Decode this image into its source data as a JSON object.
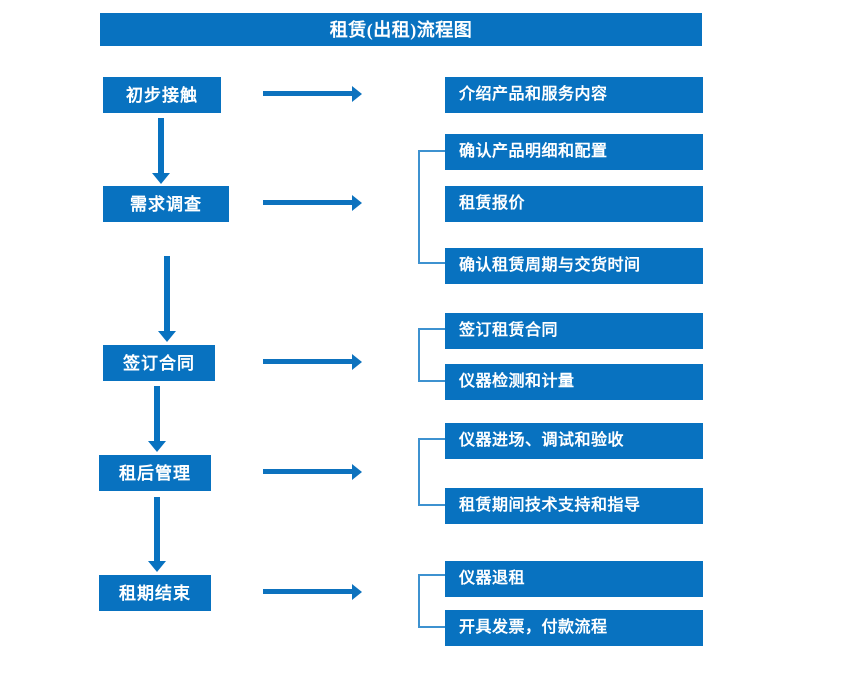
{
  "chart_data": {
    "type": "diagram",
    "diagram_kind": "flowchart",
    "title": "租赁(出租)流程图",
    "accent_color": "#0872C0",
    "bracket_color": "#3E92D0",
    "arrow_color": "#0D72BE",
    "background_color": "#FFFFFF",
    "stages": [
      {
        "label": "初步接触",
        "tasks": [
          "介绍产品和服务内容"
        ],
        "bracketed": false
      },
      {
        "label": "需求调查",
        "tasks": [
          "确认产品明细和配置",
          "租赁报价",
          "确认租赁周期与交货时间"
        ],
        "bracketed": true
      },
      {
        "label": "签订合同",
        "tasks": [
          "签订租赁合同",
          "仪器检测和计量"
        ],
        "bracketed": true
      },
      {
        "label": "租后管理",
        "tasks": [
          "仪器进场、调试和验收",
          "租赁期间技术支持和指导"
        ],
        "bracketed": true
      },
      {
        "label": "租期结束",
        "tasks": [
          "仪器退租",
          "开具发票，付款流程"
        ],
        "bracketed": true
      }
    ]
  },
  "header": {
    "title": "租赁(出租)流程图"
  },
  "stages": [
    {
      "label": "初步接触"
    },
    {
      "label": "需求调查"
    },
    {
      "label": "签订合同"
    },
    {
      "label": "租后管理"
    },
    {
      "label": "租期结束"
    }
  ],
  "tasks": [
    {
      "label": "介绍产品和服务内容"
    },
    {
      "label": "确认产品明细和配置"
    },
    {
      "label": "租赁报价"
    },
    {
      "label": "确认租赁周期与交货时间"
    },
    {
      "label": "签订租赁合同"
    },
    {
      "label": "仪器检测和计量"
    },
    {
      "label": "仪器进场、调试和验收"
    },
    {
      "label": "租赁期间技术支持和指导"
    },
    {
      "label": "仪器退租"
    },
    {
      "label": "开具发票，付款流程"
    }
  ]
}
